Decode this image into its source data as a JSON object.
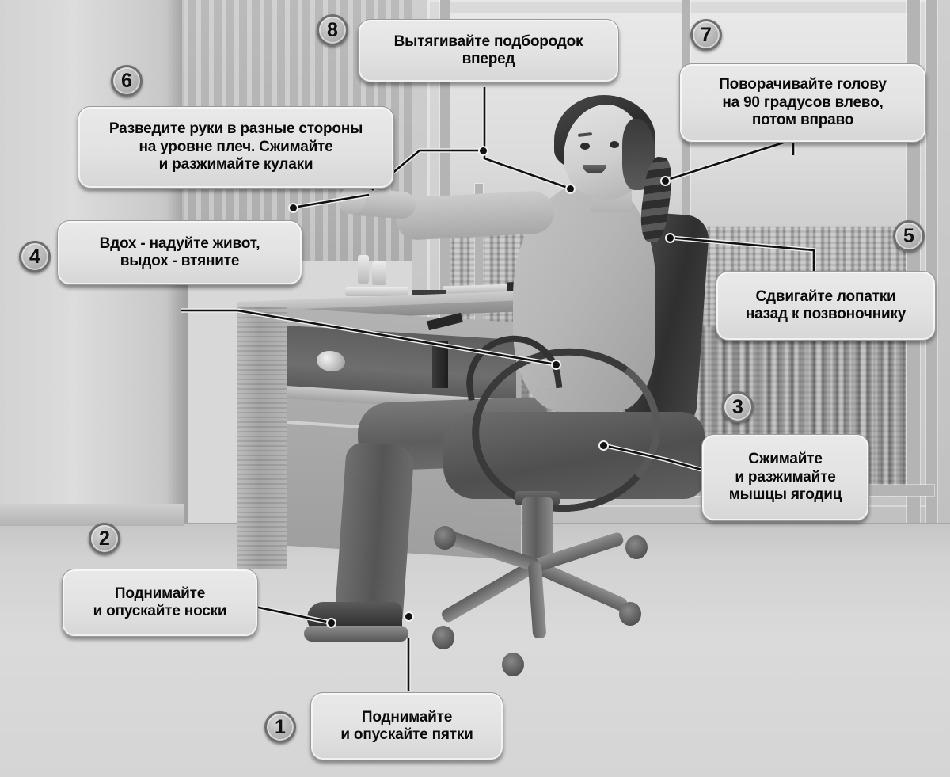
{
  "poster": {
    "language": "ru",
    "subject": "office-exercise-illustration",
    "palette": {
      "background": "#d8d8d8",
      "callout_fill": "#e4e4e4",
      "text": "#0a0a0a",
      "badge": "#b8b8b8",
      "leader_line": "#101010"
    }
  },
  "callouts": [
    {
      "number": "1",
      "lines": [
        "Поднимайте",
        "и опускайте пятки"
      ]
    },
    {
      "number": "2",
      "lines": [
        "Поднимайте",
        "и опускайте носки"
      ]
    },
    {
      "number": "3",
      "lines": [
        "Сжимайте",
        "и разжимайте",
        "мышцы ягодиц"
      ]
    },
    {
      "number": "4",
      "lines": [
        "Вдох - надуйте живот,",
        "выдох - втяните"
      ]
    },
    {
      "number": "5",
      "lines": [
        "Сдвигайте лопатки",
        "назад к позвоночнику"
      ]
    },
    {
      "number": "6",
      "lines": [
        "Разведите руки в разные стороны",
        "на уровне плеч. Сжимайте",
        "и разжимайте кулаки"
      ]
    },
    {
      "number": "7",
      "lines": [
        "Поворачивайте голову",
        "на 90 градусов  влево,",
        "потом вправо"
      ]
    },
    {
      "number": "8",
      "lines": [
        "Вытягивайте подбородок",
        "вперед"
      ]
    }
  ],
  "scene": {
    "person": "woman-seated-at-desk",
    "furniture": [
      "office-chair",
      "desk",
      "monitor-arm",
      "keyboard"
    ],
    "background": "window-with-cityscape"
  }
}
